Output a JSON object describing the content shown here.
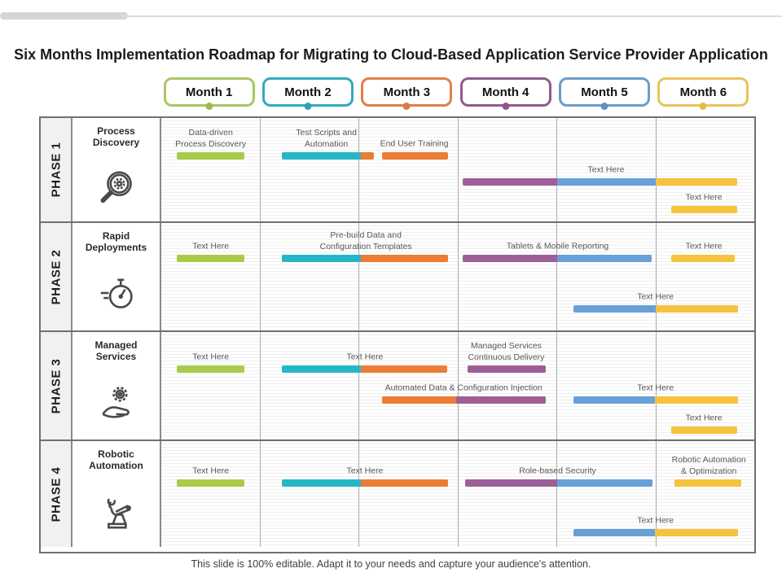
{
  "slide_title": "Six Months Implementation Roadmap for Migrating to Cloud-Based Application Service Provider Application",
  "footer_note": "This slide is 100% editable. Adapt it to your needs and capture your audience's attention.",
  "palette": {
    "green": "#a8cc49",
    "teal": "#26b7c7",
    "orange": "#ec7d33",
    "purple": "#9e5f98",
    "blue": "#68a0d8",
    "yellow": "#f5c33d"
  },
  "months": [
    {
      "label": "Month 1",
      "border": "#a9c763",
      "dot": "#9cbb4a"
    },
    {
      "label": "Month 2",
      "border": "#33aabb",
      "dot": "#2aa3b5"
    },
    {
      "label": "Month 3",
      "border": "#df7f48",
      "dot": "#d97a3e"
    },
    {
      "label": "Month 4",
      "border": "#8f5a90",
      "dot": "#8f5390"
    },
    {
      "label": "Month 5",
      "border": "#6d9cc9",
      "dot": "#5f93c4"
    },
    {
      "label": "Month 6",
      "border": "#e9c45c",
      "dot": "#e6bb44"
    }
  ],
  "phases": [
    {
      "label": "PHASE 1",
      "name": "Process\nDiscovery",
      "icon": "magnifier-gear-icon",
      "bars": [
        {
          "slot": 0,
          "label": "Data-driven\nProcess Discovery",
          "cx": 0.5,
          "segments": [
            [
              "green",
              0.157,
              0.841
            ]
          ]
        },
        {
          "slot": 0,
          "label": "Test Scripts and\nAutomation",
          "cx": 1.67,
          "segments": [
            [
              "teal",
              1.22,
              2.019
            ],
            [
              "orange",
              2.019,
              2.151
            ]
          ]
        },
        {
          "slot": 0,
          "label": "End User Training",
          "cx": 2.56,
          "segments": [
            [
              "orange",
              2.233,
              2.901
            ]
          ]
        },
        {
          "slot": 1,
          "label": "Text Here",
          "cx": 4.5,
          "segments": [
            [
              "purple",
              3.049,
              4.005
            ],
            [
              "blue",
              4.005,
              5.003
            ],
            [
              "yellow",
              5.003,
              5.827
            ]
          ]
        },
        {
          "slot": 2,
          "label": "Text Here",
          "cx": 5.49,
          "segments": [
            [
              "yellow",
              5.16,
              5.827
            ]
          ]
        }
      ]
    },
    {
      "label": "PHASE 2",
      "name": "Rapid\nDeployments",
      "icon": "stopwatch-icon",
      "bars": [
        {
          "slot": 0,
          "label": "Text Here",
          "cx": 0.5,
          "segments": [
            [
              "green",
              0.157,
              0.841
            ]
          ]
        },
        {
          "slot": 0,
          "label": "Pre-build Data and\nConfiguration Templates",
          "cx": 2.07,
          "segments": [
            [
              "teal",
              1.22,
              2.019
            ],
            [
              "orange",
              2.019,
              2.901
            ]
          ]
        },
        {
          "slot": 0,
          "label": "Tablets & Mobile Reporting",
          "cx": 4.01,
          "segments": [
            [
              "purple",
              3.049,
              4.005
            ],
            [
              "blue",
              4.005,
              4.961
            ]
          ]
        },
        {
          "slot": 0,
          "label": "Text Here",
          "cx": 5.49,
          "segments": [
            [
              "yellow",
              5.16,
              5.801
            ]
          ]
        },
        {
          "slot": 1,
          "label": "Text Here",
          "cx": 5.0,
          "segments": [
            [
              "blue",
              4.17,
              5.003
            ],
            [
              "yellow",
              5.003,
              5.835
            ]
          ]
        }
      ]
    },
    {
      "label": "PHASE 3",
      "name": "Managed\nServices",
      "icon": "hand-gear-icon",
      "bars": [
        {
          "slot": 0,
          "label": "Text Here",
          "cx": 0.5,
          "segments": [
            [
              "green",
              0.157,
              0.841
            ]
          ]
        },
        {
          "slot": 0,
          "label": "Text Here",
          "cx": 2.06,
          "segments": [
            [
              "teal",
              1.22,
              2.019
            ],
            [
              "orange",
              2.019,
              2.893
            ]
          ]
        },
        {
          "slot": 0,
          "label": "Managed Services\nContinuous Delivery",
          "cx": 3.49,
          "segments": [
            [
              "purple",
              3.099,
              3.89
            ]
          ]
        },
        {
          "slot": 1,
          "label": "Automated Data & Configuration Injection",
          "cx": 3.06,
          "segments": [
            [
              "orange",
              2.233,
              2.983
            ],
            [
              "purple",
              2.983,
              3.89
            ]
          ]
        },
        {
          "slot": 1,
          "label": "Text Here",
          "cx": 5.0,
          "segments": [
            [
              "blue",
              4.17,
              4.995
            ],
            [
              "yellow",
              4.995,
              5.835
            ]
          ]
        },
        {
          "slot": 2,
          "label": "Text Here",
          "cx": 5.49,
          "segments": [
            [
              "yellow",
              5.16,
              5.827
            ]
          ]
        }
      ]
    },
    {
      "label": "PHASE 4",
      "name": "Robotic\nAutomation",
      "icon": "robot-arm-icon",
      "bars": [
        {
          "slot": 0,
          "label": "Text Here",
          "cx": 0.5,
          "segments": [
            [
              "green",
              0.157,
              0.841
            ]
          ]
        },
        {
          "slot": 0,
          "label": "Text Here",
          "cx": 2.06,
          "segments": [
            [
              "teal",
              1.22,
              2.019
            ],
            [
              "orange",
              2.019,
              2.901
            ]
          ]
        },
        {
          "slot": 0,
          "label": "Role-based Security",
          "cx": 4.01,
          "segments": [
            [
              "purple",
              3.074,
              4.005
            ],
            [
              "blue",
              4.005,
              4.969
            ]
          ]
        },
        {
          "slot": 0,
          "label": "Robotic Automation\n& Optimization",
          "cx": 5.54,
          "segments": [
            [
              "yellow",
              5.193,
              5.868
            ]
          ]
        },
        {
          "slot": 1,
          "label": "Text Here",
          "cx": 5.0,
          "segments": [
            [
              "blue",
              4.17,
              4.995
            ],
            [
              "yellow",
              4.995,
              5.835
            ]
          ]
        }
      ]
    }
  ]
}
